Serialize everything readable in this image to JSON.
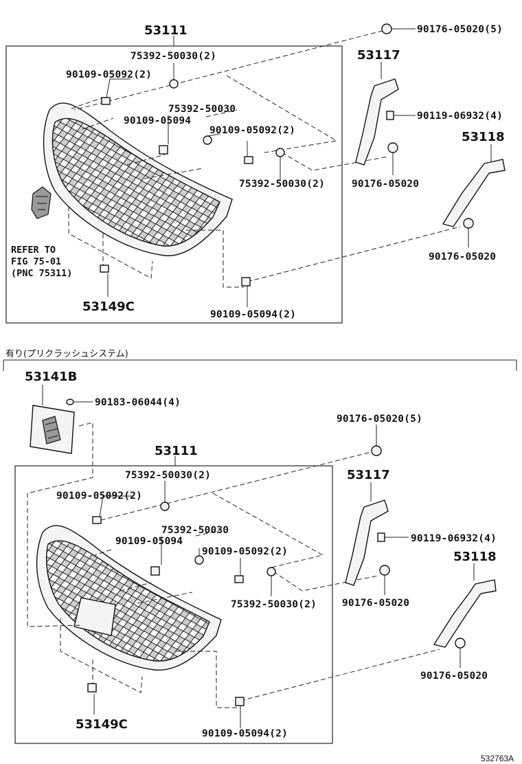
{
  "top_section": {
    "grille_label": "53111",
    "parts": {
      "clip_top": "90176-05020(5)",
      "bracket_right_upper": "53117",
      "screw_right": "90119-06932(4)",
      "bracket_right_lower": "53118",
      "clip_a": "90176-05020",
      "clip_b": "90176-05020",
      "nut_top": "75392-50030(2)",
      "bolt_left": "90109-05092(2)",
      "nut_mid": "75392-50030",
      "bolt_mid": "90109-05094",
      "bolt_mid_right": "90109-05092(2)",
      "nut_lower": "75392-50030(2)",
      "bolt_bottom": "90109-05094(2)",
      "clip_bottom": "53149C"
    },
    "refer_note": [
      "REFER TO",
      "FIG 75-01",
      "(PNC 75311)"
    ]
  },
  "bottom_section": {
    "section_title": "有り(プリクラッシュシステム)",
    "cover_label": "53141B",
    "cover_screw": "90183-06044(4)",
    "grille_label": "53111",
    "parts": {
      "clip_top": "90176-05020(5)",
      "bracket_right_upper": "53117",
      "screw_right": "90119-06932(4)",
      "bracket_right_lower": "53118",
      "clip_a": "90176-05020",
      "clip_b": "90176-05020",
      "nut_top": "75392-50030(2)",
      "bolt_left": "90109-05092(2)",
      "nut_mid": "75392-50030",
      "bolt_mid": "90109-05094",
      "bolt_mid_right": "90109-05092(2)",
      "nut_lower": "75392-50030(2)",
      "bolt_bottom": "90109-05094(2)",
      "clip_bottom": "53149C"
    }
  },
  "diagram_code": "532763A"
}
